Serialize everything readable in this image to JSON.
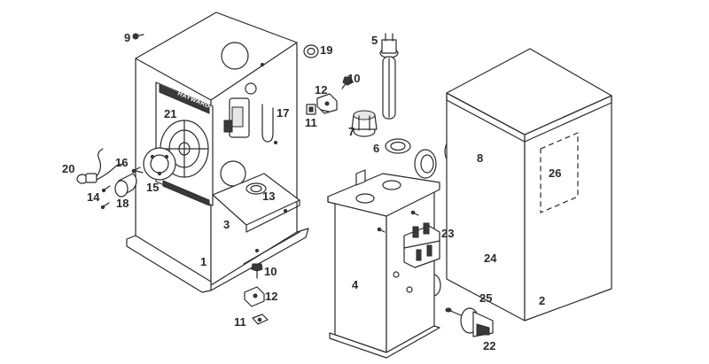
{
  "diagram": {
    "brand_logo_text": "HAYWARD",
    "callouts": {
      "c1": "1",
      "c2": "2",
      "c3": "3",
      "c4": "4",
      "c5": "5",
      "c6": "6",
      "c7": "7",
      "c8": "8",
      "c9": "9",
      "c10a": "10",
      "c10b": "10",
      "c11a": "11",
      "c11b": "11",
      "c12a": "12",
      "c12b": "12",
      "c13": "13",
      "c14": "14",
      "c15": "15",
      "c16": "16",
      "c17": "17",
      "c18": "18",
      "c19": "19",
      "c20": "20",
      "c21": "21",
      "c22": "22",
      "c23": "23",
      "c24": "24",
      "c25": "25",
      "c26": "26"
    }
  }
}
